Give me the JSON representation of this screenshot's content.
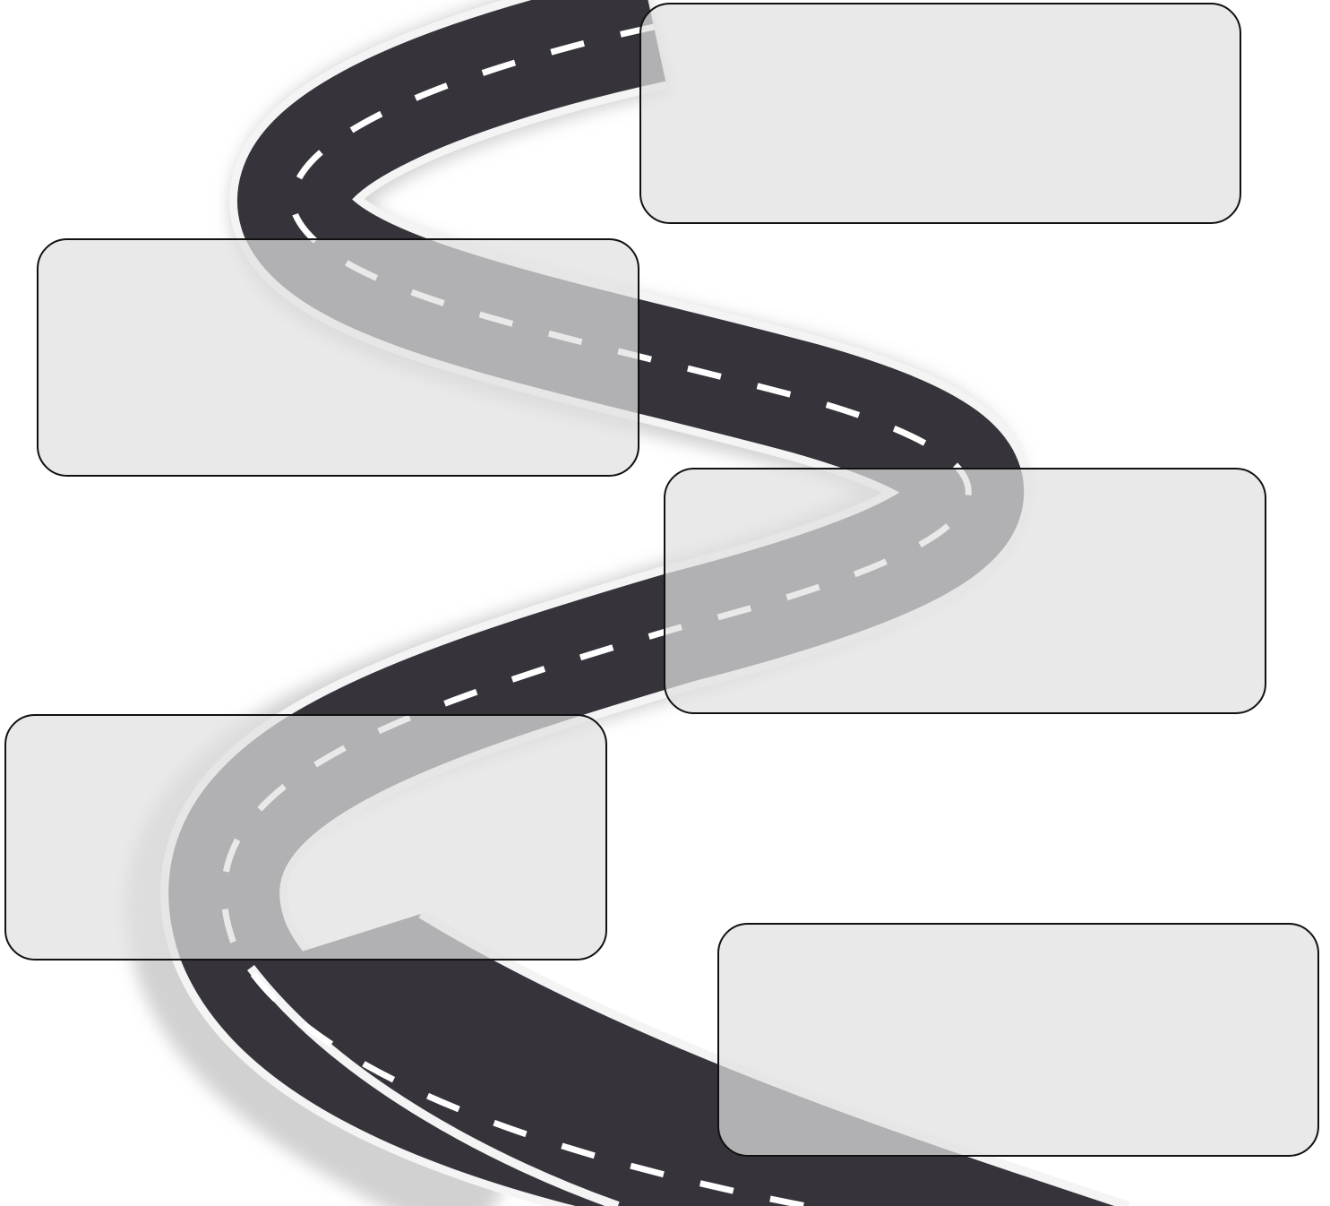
{
  "road": {
    "asphalt_color": "#37333b",
    "edge_color": "#f4f4f4",
    "lane_marking_color": "#ffffff",
    "shadow_color": "#9a9a9a"
  },
  "stage_boxes": [
    {
      "id": "box-1",
      "text": ""
    },
    {
      "id": "box-2",
      "text": ""
    },
    {
      "id": "box-3",
      "text": ""
    },
    {
      "id": "box-4",
      "text": ""
    },
    {
      "id": "box-5",
      "text": ""
    }
  ],
  "box_fill": "#e0e0e0",
  "box_border": "#111111"
}
